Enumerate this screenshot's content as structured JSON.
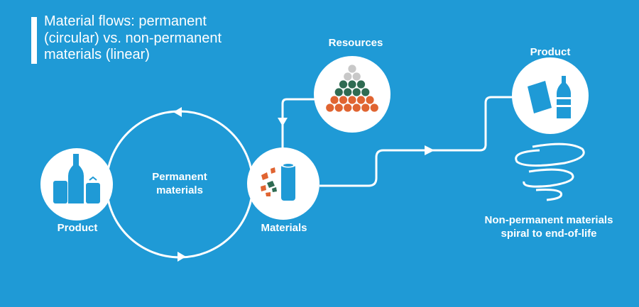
{
  "title_lines": [
    "Material flows: permanent",
    "(circular) vs. non-permanent",
    "materials (linear)"
  ],
  "labels": {
    "resources": "Resources",
    "product_top": "Product",
    "product_left": "Product",
    "permanent_line1": "Permanent",
    "permanent_line2": "materials",
    "materials": "Materials",
    "nonperm_line1": "Non-permanent materials",
    "nonperm_line2": "spiral to end-of-life"
  },
  "colors": {
    "background": "#1f9ad6",
    "white": "#ffffff",
    "dot_grey": "#c8c8c8",
    "dot_green": "#2f6b52",
    "dot_orange": "#e06431",
    "icon_blue": "#1f9ad6"
  },
  "icons": {
    "resources": "resource-pyramid-icon",
    "product_top": "paper-and-bottle-icon",
    "product_left": "bottles-and-cans-icon",
    "materials": "raw-materials-icon",
    "spiral": "spiral-icon"
  },
  "resource_pyramid": {
    "rows": [
      {
        "count": 1,
        "color": "dot_grey"
      },
      {
        "count": 2,
        "color": "dot_grey"
      },
      {
        "count": 3,
        "color": "dot_green"
      },
      {
        "count": 4,
        "color": "dot_green"
      },
      {
        "count": 5,
        "color": "dot_orange"
      },
      {
        "count": 6,
        "color": "dot_orange"
      }
    ]
  }
}
